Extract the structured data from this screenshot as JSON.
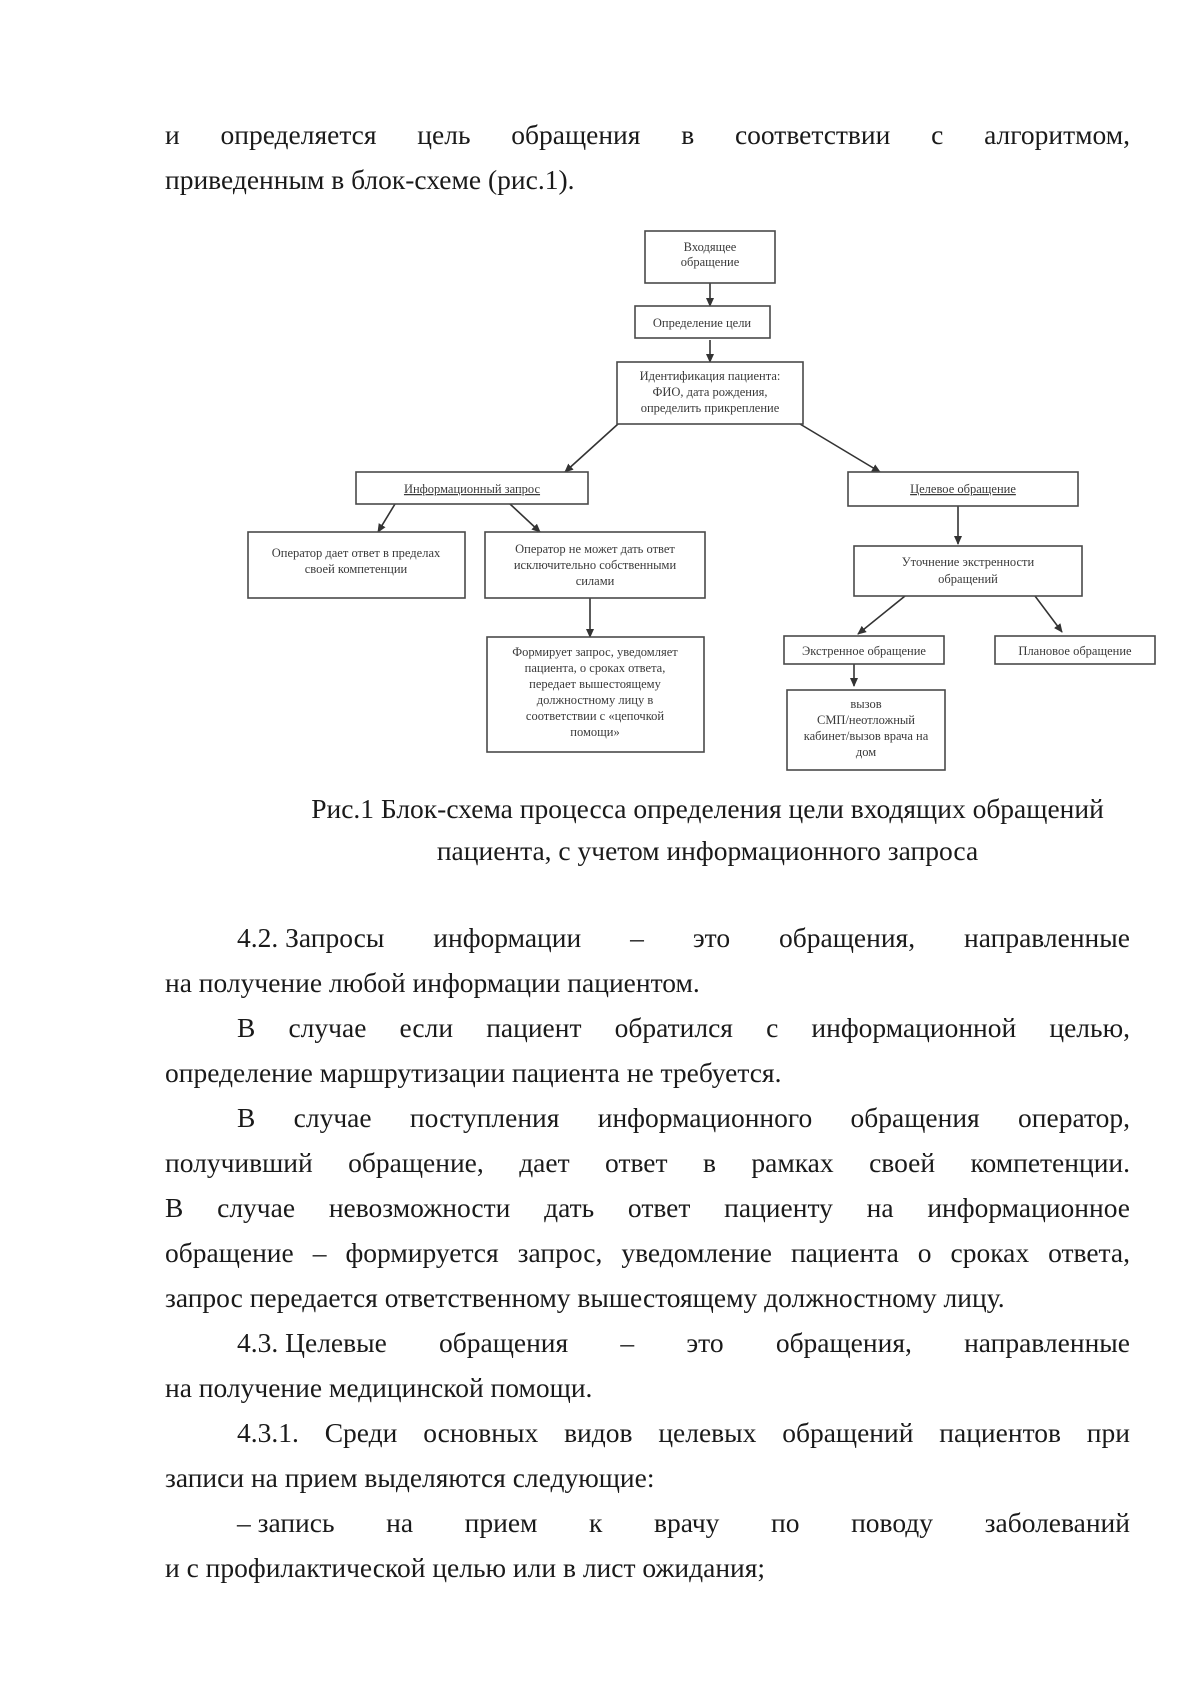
{
  "intro": {
    "lines": [
      "и определяется цель обращения в соответствии с алгоритмом,",
      "приведенным в блок-схеме (рис.1)."
    ]
  },
  "flowchart": {
    "nodes": {
      "incoming": [
        "Входящее",
        "обращение"
      ],
      "define_goal": [
        "Определение цели"
      ],
      "identify": [
        "Идентификация пациента:",
        "ФИО, дата рождения,",
        "определить прикрепление"
      ],
      "info_request": [
        "Информационный запрос"
      ],
      "target_request": [
        "Целевое обращение"
      ],
      "operator_answers": [
        "Оператор дает ответ в пределах",
        "своей компетенции"
      ],
      "operator_cannot": [
        "Оператор не может дать ответ",
        "исключительно собственными",
        "силами"
      ],
      "forms_request": [
        "Формирует запрос, уведомляет",
        "пациента, о сроках ответа,",
        "передает вышестоящему",
        "должностному лицу в",
        "соответствии с «цепочкой",
        "помощи»"
      ],
      "clarify_urgency": [
        "Уточнение экстренности",
        "обращений"
      ],
      "emergency": [
        "Экстренное обращение"
      ],
      "planned": [
        "Плановое обращение"
      ],
      "call_ambulance": [
        "вызов",
        "СМП/неотложный",
        "кабинет/вызов врача на",
        "дом"
      ]
    }
  },
  "caption": {
    "line1": "Рис.1 Блок-схема процесса определения цели входящих обращений",
    "line2": "пациента, с учетом информационного запроса"
  },
  "body": {
    "p42_l1": [
      "4.2. Запросы",
      "информации",
      "–",
      "это",
      "обращения,",
      "направленные"
    ],
    "p42_l2": "на получение любой информации пациентом.",
    "p_info_l1": "В случае если пациент обратился с информационной целью,",
    "p_info_l2": "определение маршрутизации пациента не требуется.",
    "p_op_l1": "В случае поступления информационного обращения оператор,",
    "p_op_l2": "получивший обращение, дает ответ в рамках своей компетенции.",
    "p_op_l3": "В случае невозможности дать ответ пациенту на информационное",
    "p_op_l4": "обращение – формируется запрос, уведомление пациента о сроках ответа,",
    "p_op_l5": "запрос передается ответственному вышестоящему должностному лицу.",
    "p43_l1": [
      "4.3. Целевые",
      "обращения",
      "–",
      "это",
      "обращения,",
      "направленные"
    ],
    "p43_l2": "на получение медицинской помощи.",
    "p431_l1": "4.3.1. Среди основных видов целевых обращений пациентов при",
    "p431_l2": "записи на прием выделяются следующие:",
    "li1_l1": [
      "– запись",
      "на",
      "прием",
      "к",
      "врачу",
      "по",
      "поводу",
      "заболеваний"
    ],
    "li1_l2": "и с профилактической целью или в лист ожидания;"
  }
}
